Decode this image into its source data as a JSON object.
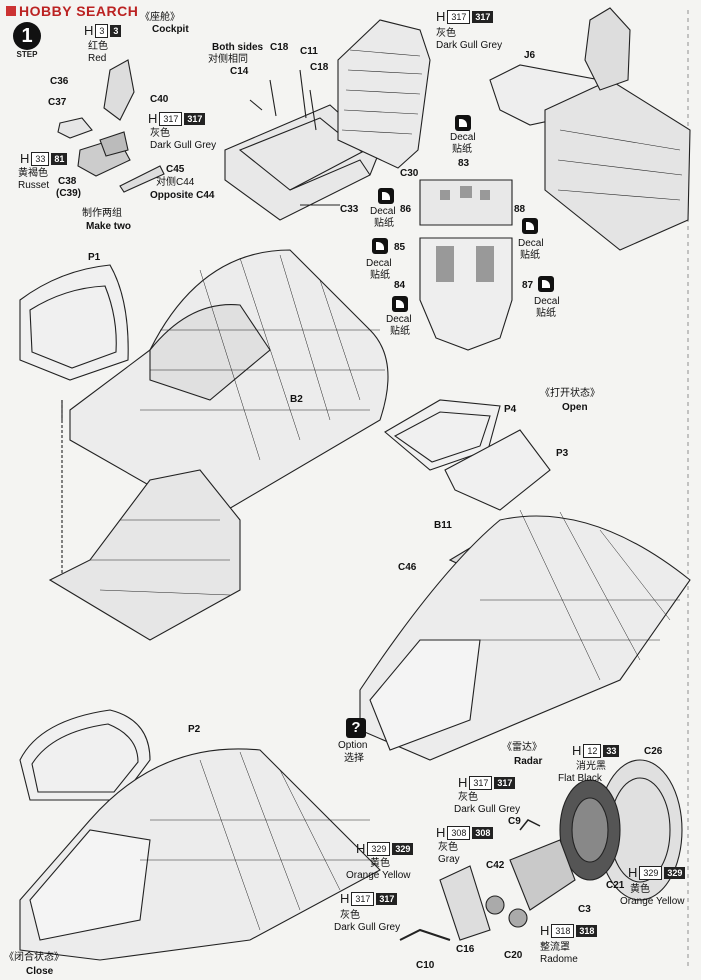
{
  "header": {
    "brand": "HOBBY SEARCH",
    "step_number": "1",
    "step_label": "STEP"
  },
  "cockpit": {
    "title_cn": "《座舱》",
    "title_en": "Cockpit",
    "red_code": "3",
    "red_code2": "3",
    "red_cn": "红色",
    "red_en": "Red",
    "russet_code": "33",
    "russet_code2": "81",
    "russet_cn": "黄褐色",
    "russet_en": "Russet",
    "grey_code": "317",
    "grey_code2": "317",
    "grey_cn": "灰色",
    "grey_en": "Dark Gull Grey",
    "grey2_code": "317",
    "grey2_code2": "317",
    "grey2_cn": "灰色",
    "grey2_en": "Dark Gull Grey",
    "both_sides_en": "Both sides",
    "both_sides_cn": "对侧相同",
    "make_two_cn": "制作两组",
    "make_two_en": "Make two",
    "opposite_cn": "对侧C44",
    "opposite_en": "Opposite C44",
    "parts": [
      "C36",
      "C37",
      "C38",
      "(C39)",
      "C40",
      "C45",
      "C14",
      "C18",
      "C11",
      "C18",
      "C30",
      "C33",
      "J6"
    ]
  },
  "decals": {
    "label_en": "Decal",
    "label_cn": "贴纸",
    "numbers": [
      "83",
      "86",
      "88",
      "85",
      "84",
      "87"
    ]
  },
  "canopy": {
    "parts": [
      "P1",
      "B2",
      "P4",
      "P3",
      "B11",
      "C46",
      "P2"
    ],
    "open_cn": "《打开状态》",
    "open_en": "Open",
    "close_cn": "《闭合状态》",
    "close_en": "Close",
    "option_en": "Option",
    "option_cn": "选择"
  },
  "radar": {
    "title_cn": "《雷达》",
    "title_en": "Radar",
    "black_code": "12",
    "black_code2": "33",
    "black_cn": "消光黑",
    "black_en": "Flat Black",
    "grey_code": "317",
    "grey_code2": "317",
    "grey_cn": "灰色",
    "grey_en": "Dark Gull Grey",
    "gray_code": "308",
    "gray_code2": "308",
    "gray_cn": "灰色",
    "gray_en": "Gray",
    "orange_code": "329",
    "orange_code2": "329",
    "orange_cn": "黄色",
    "orange_en": "Orange Yellow",
    "orange2_code": "329",
    "orange2_code2": "329",
    "orange2_cn": "黄色",
    "orange2_en": "Orange Yellow",
    "grey2_code": "317",
    "grey2_code2": "317",
    "grey2_cn": "灰色",
    "grey2_en": "Dark Gull Grey",
    "radome_code": "318",
    "radome_code2": "318",
    "radome_cn": "整流罩",
    "radome_en": "Radome",
    "parts": [
      "C26",
      "C9",
      "C42",
      "C21",
      "C3",
      "C16",
      "C20",
      "C10"
    ]
  }
}
